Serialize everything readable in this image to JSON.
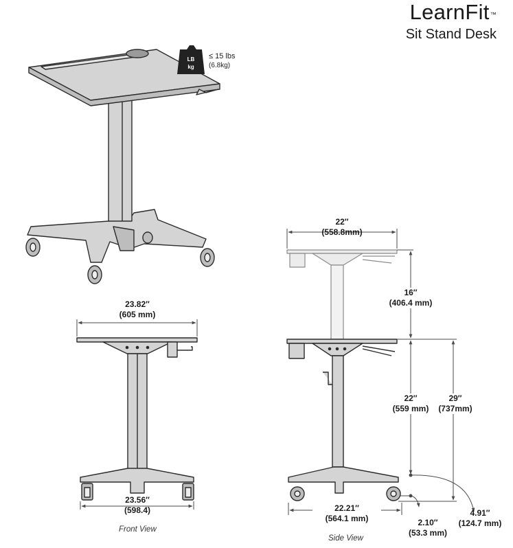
{
  "brand": {
    "title": "LearnFit",
    "trademark": "™",
    "subtitle": "Sit Stand Desk"
  },
  "weight": {
    "badge_top": "LB",
    "badge_bottom": "kg",
    "limit": "≤ 15 lbs",
    "limit_metric": "(6.8kg)"
  },
  "front_view": {
    "caption": "Front View",
    "top_width": {
      "imperial": "23.82″",
      "metric": "(605 mm)"
    },
    "base_width": {
      "imperial": "23.56″",
      "metric": "(598.4)"
    }
  },
  "side_view": {
    "caption": "Side View",
    "top_width": {
      "imperial": "22″",
      "metric": "(558.8mm)"
    },
    "travel": {
      "imperial": "16″",
      "metric": "(406.4 mm)"
    },
    "min_height": {
      "imperial": "22″",
      "metric": "(559 mm)"
    },
    "max_height": {
      "imperial": "29″",
      "metric": "(737mm)"
    },
    "base_depth": {
      "imperial": "22.21″",
      "metric": "(564.1 mm)"
    },
    "caster_offset": {
      "imperial": "2.10″",
      "metric": "(53.3 mm)"
    },
    "caster_height": {
      "imperial": "4.91″",
      "metric": "(124.7 mm)"
    }
  },
  "colors": {
    "fill": "#d4d4d4",
    "fill_light": "#e6e6e6",
    "stroke": "#2b2b2b",
    "dim": "#4a4a4a"
  },
  "icons": [
    "weight-icon"
  ]
}
